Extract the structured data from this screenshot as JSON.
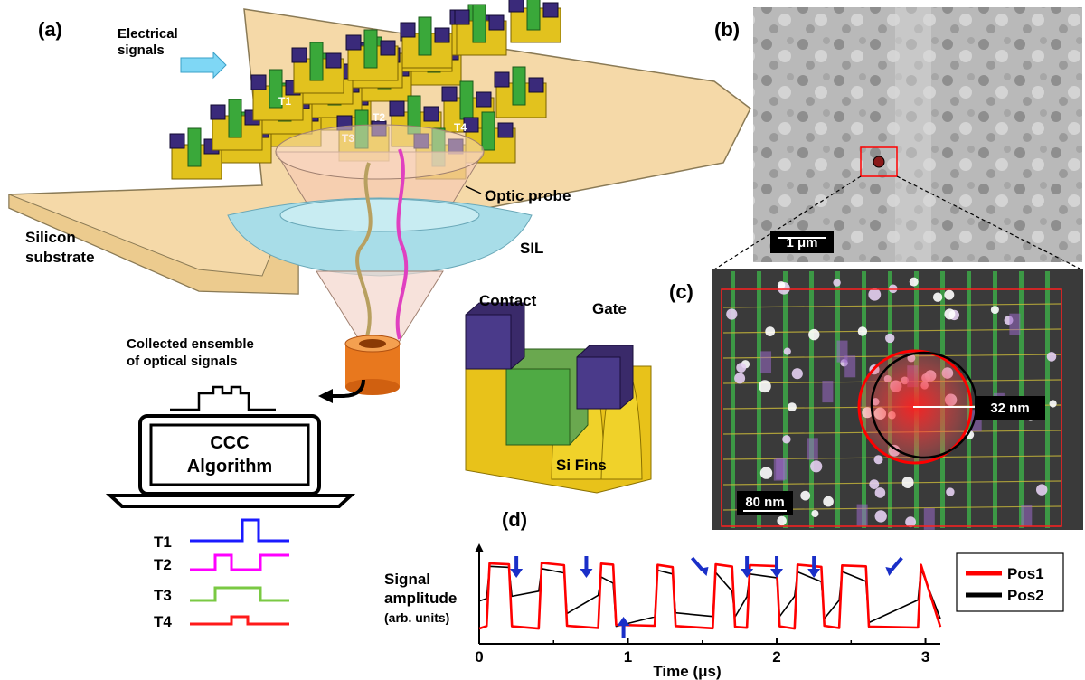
{
  "panels": {
    "a": {
      "label": "(a)",
      "electrical_signals": [
        "Electrical",
        "signals"
      ],
      "transistors": [
        "T1",
        "T2",
        "T3",
        "T4"
      ],
      "optic_probe": "Optic probe",
      "silicon_substrate": [
        "Silicon",
        "substrate"
      ],
      "sil": "SIL",
      "collected": [
        "Collected ensemble",
        "of optical signals"
      ],
      "algorithm": [
        "CCC",
        "Algorithm"
      ],
      "inset_labels": {
        "contact": "Contact",
        "gate": "Gate",
        "fins": "Si Fins"
      },
      "traces": [
        {
          "name": "T1",
          "color": "#1a1aff"
        },
        {
          "name": "T2",
          "color": "#ff00ff"
        },
        {
          "name": "T3",
          "color": "#7ac943"
        },
        {
          "name": "T4",
          "color": "#ff1a1a"
        }
      ]
    },
    "b": {
      "label": "(b)",
      "scale_bar": "1 μm"
    },
    "c": {
      "label": "(c)",
      "scale_bar": "80 nm",
      "circle_label": "32 nm"
    },
    "d": {
      "label": "(d)"
    }
  },
  "chart_data": {
    "type": "line",
    "ylabel": [
      "Signal",
      "amplitude",
      "(arb. units)"
    ],
    "xlabel": "Time (μs)",
    "xlim": [
      0,
      3.1
    ],
    "ylim": [
      0,
      1
    ],
    "xticks": [
      0,
      1,
      2,
      3
    ],
    "x": [
      0.0,
      0.05,
      0.07,
      0.2,
      0.22,
      0.4,
      0.42,
      0.57,
      0.59,
      0.8,
      0.82,
      0.9,
      0.92,
      1.18,
      1.2,
      1.3,
      1.32,
      1.57,
      1.59,
      1.7,
      1.72,
      1.8,
      1.82,
      2.0,
      2.02,
      2.12,
      2.14,
      2.3,
      2.32,
      2.42,
      2.44,
      2.6,
      2.62,
      2.95,
      2.97,
      3.1
    ],
    "series": [
      {
        "name": "Pos1",
        "color": "#ff0000",
        "values": [
          0.18,
          0.2,
          0.92,
          0.9,
          0.2,
          0.18,
          0.92,
          0.9,
          0.2,
          0.18,
          0.92,
          0.9,
          0.22,
          0.2,
          0.9,
          0.88,
          0.2,
          0.18,
          0.9,
          0.88,
          0.2,
          0.18,
          0.9,
          0.88,
          0.2,
          0.18,
          0.9,
          0.88,
          0.2,
          0.18,
          0.9,
          0.88,
          0.2,
          0.18,
          0.9,
          0.2
        ]
      },
      {
        "name": "Pos2",
        "color": "#000000",
        "values": [
          0.5,
          0.52,
          0.88,
          0.86,
          0.55,
          0.6,
          0.85,
          0.82,
          0.35,
          0.55,
          0.75,
          0.7,
          0.2,
          0.3,
          0.85,
          0.8,
          0.35,
          0.3,
          0.82,
          0.6,
          0.3,
          0.55,
          0.8,
          0.75,
          0.3,
          0.55,
          0.82,
          0.7,
          0.3,
          0.5,
          0.82,
          0.7,
          0.25,
          0.5,
          0.85,
          0.3
        ]
      }
    ],
    "arrows_x": [
      0.25,
      0.72,
      0.97,
      1.48,
      1.8,
      2.0,
      2.25,
      2.78
    ],
    "legend": "right"
  }
}
